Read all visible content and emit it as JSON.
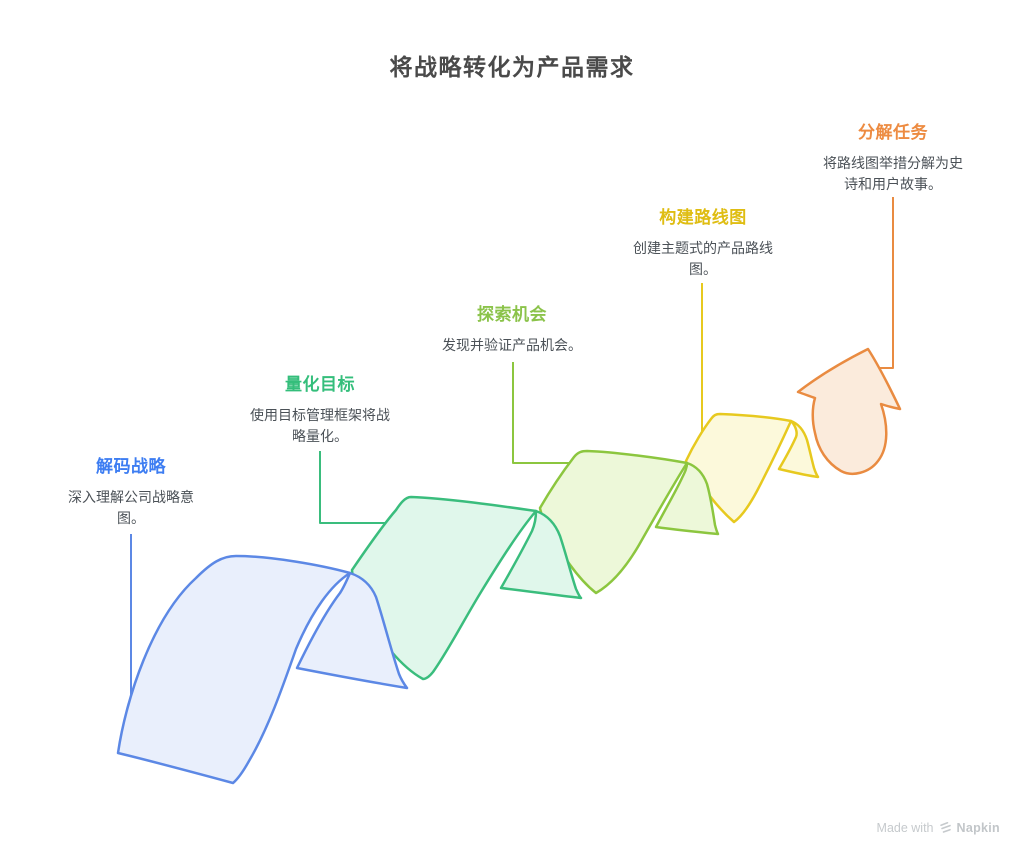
{
  "title": "将战略转化为产品需求",
  "steps": [
    {
      "label": "解码战略",
      "description": "深入理解公司战略意图。",
      "color": "#3D7DF2",
      "stroke": "#5C88E5",
      "fill": "#E9EFFC"
    },
    {
      "label": "量化目标",
      "description": "使用目标管理框架将战略量化。",
      "color": "#34BE7B",
      "stroke": "#3ABD7D",
      "fill": "#E0F7EB"
    },
    {
      "label": "探索机会",
      "description": "发现并验证产品机会。",
      "color": "#8BC34A",
      "stroke": "#8CC63F",
      "fill": "#EDF8D9"
    },
    {
      "label": "构建路线图",
      "description": "创建主题式的产品路线图。",
      "color": "#DFBD12",
      "stroke": "#E7C91F",
      "fill": "#FCF9DB"
    },
    {
      "label": "分解任务",
      "description": "将路线图举措分解为史诗和用户故事。",
      "color": "#ED8B41",
      "stroke": "#E98B41",
      "fill": "#FBEBDC"
    }
  ],
  "watermark": {
    "made_with": "Made with",
    "brand": "Napkin"
  }
}
